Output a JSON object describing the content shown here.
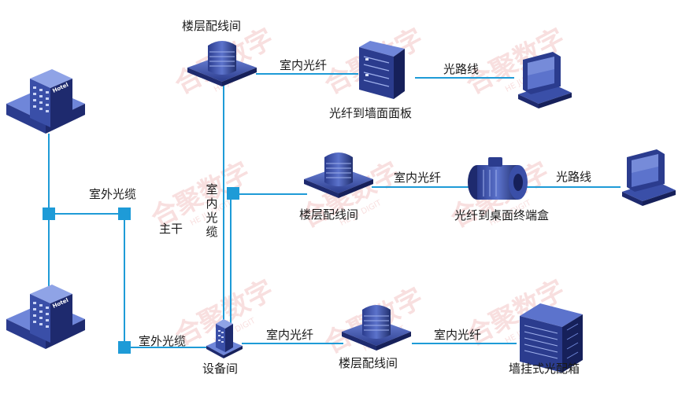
{
  "colors": {
    "line": "#1E9BD7",
    "node": "#1E9BD7",
    "icon_dark": "#1E2A6E",
    "icon_mid": "#3A4FA8",
    "icon_light": "#6F86D9",
    "watermark": "#F3C6C6"
  },
  "hotel_label": "Hotel",
  "watermark": {
    "brand": "合聚数字",
    "sub": "HE JU DIGIT"
  },
  "labels": {
    "floor_room_top": "楼层配线间",
    "indoor_fiber_top": "室内光纤",
    "fiber_to_wall_panel": "光纤到墙面面板",
    "fiber_line_top": "光路线",
    "indoor_cable_vertical": "室内光缆",
    "floor_room_mid": "楼层配线间",
    "indoor_fiber_mid": "室内光纤",
    "fiber_to_desktop_box": "光纤到桌面终端盒",
    "fiber_line_mid": "光路线",
    "outdoor_cable_upper": "室外光缆",
    "trunk": "主干",
    "outdoor_cable_lower": "室外光缆",
    "equipment_room": "设备间",
    "indoor_fiber_bottom_left": "室内光纤",
    "floor_room_bottom": "楼层配线间",
    "indoor_fiber_bottom_right": "室内光纤",
    "wall_mount_box": "墙挂式光配箱"
  }
}
